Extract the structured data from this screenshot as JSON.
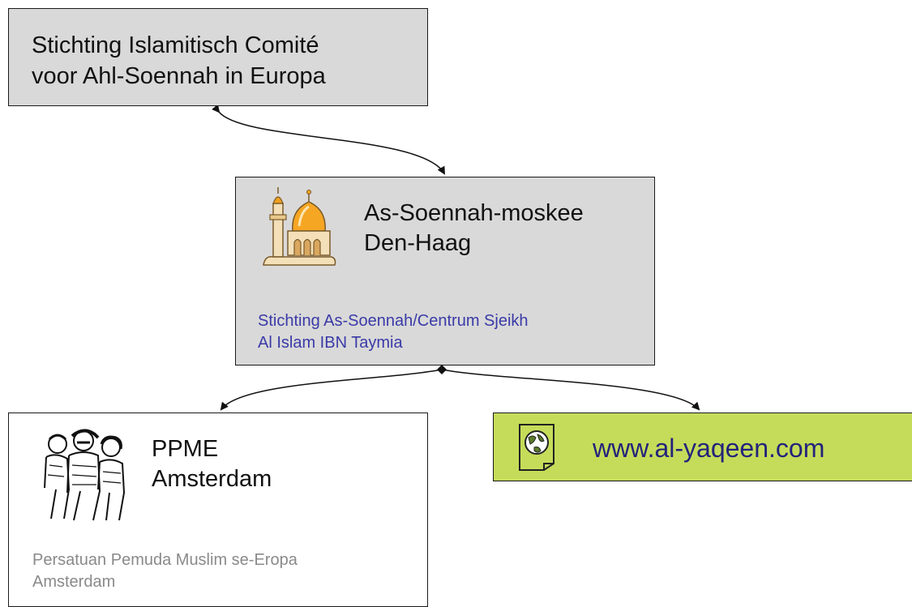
{
  "nodes": {
    "committee": {
      "title_lines": [
        "Stichting Islamitisch Comité",
        "voor Ahl-Soennah in Europa"
      ]
    },
    "mosque": {
      "title_lines": [
        "As-Soennah-moskee",
        "Den-Haag"
      ],
      "subtitle_lines": [
        "Stichting As-Soennah/Centrum Sjeikh",
        "Al Islam IBN Taymia"
      ],
      "icon": "mosque-icon"
    },
    "ppme": {
      "title_lines": [
        "PPME",
        "Amsterdam"
      ],
      "subtitle_lines": [
        "Persatuan Pemuda Muslim se-Eropa",
        "Amsterdam"
      ],
      "icon": "group-of-people-icon"
    },
    "website": {
      "url": "www.al-yaqeen.com",
      "icon": "web-page-globe-icon"
    }
  },
  "colors": {
    "box_fill": "#d9d9d9",
    "website_fill": "#c5dc5a",
    "subtitle_blue": "#3a3aa8",
    "subtitle_gray": "#8a8a8a",
    "url_text": "#23237a"
  }
}
